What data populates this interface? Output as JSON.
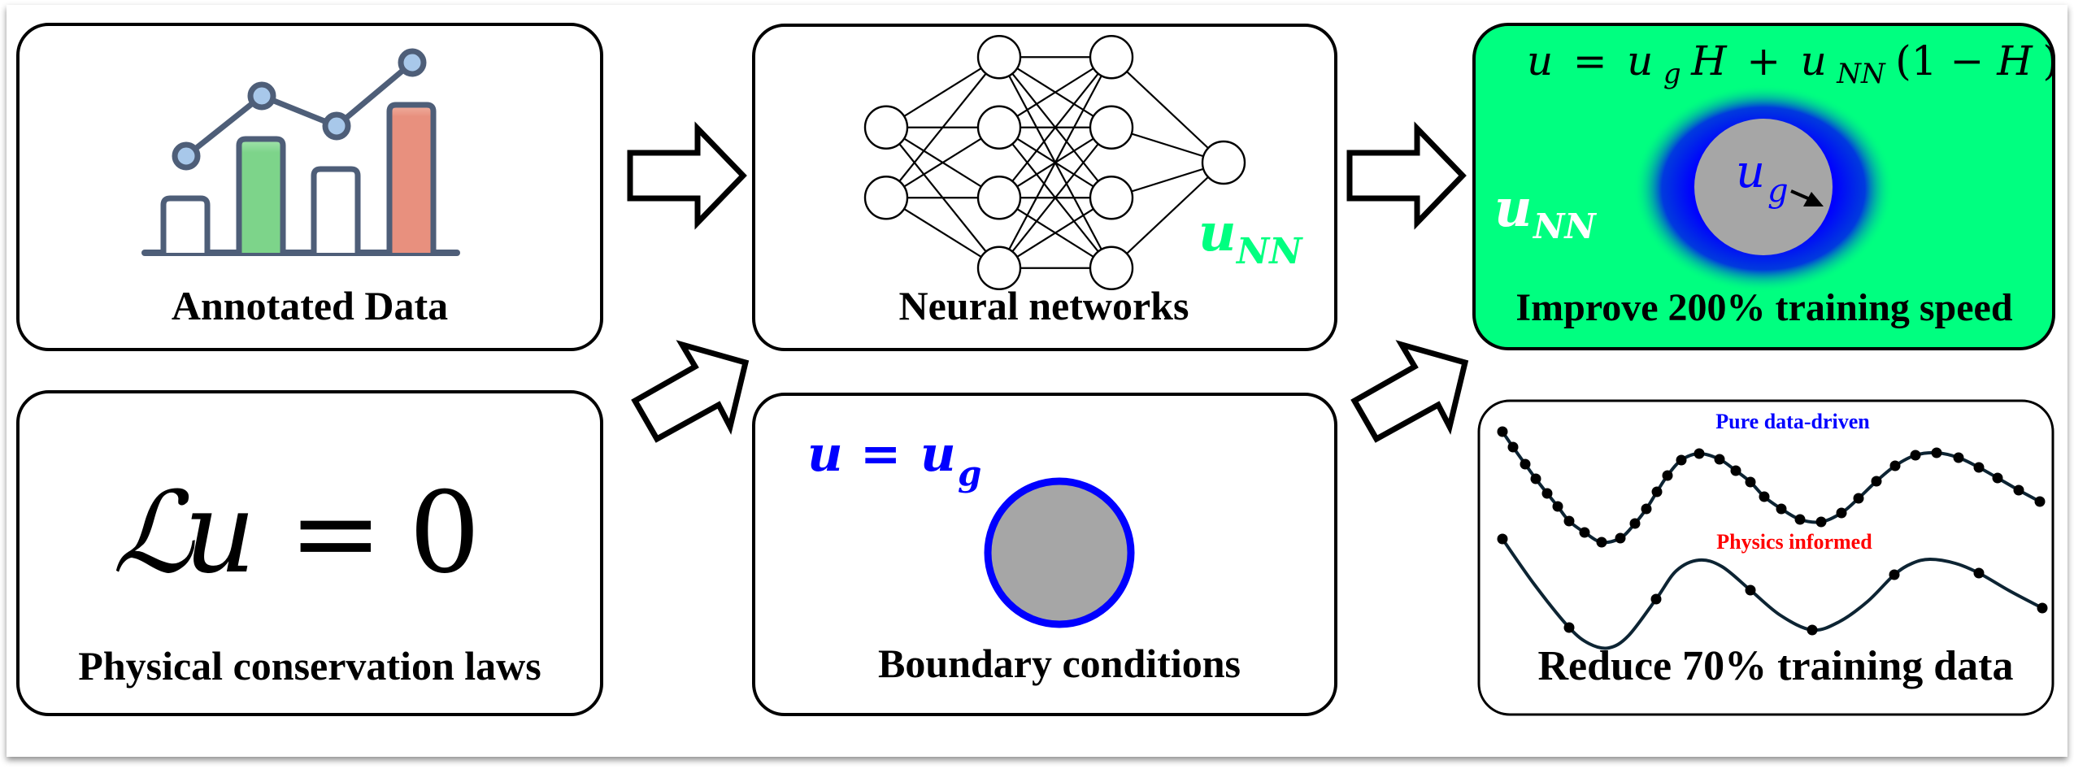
{
  "panels": {
    "annotated_data": {
      "label": "Annotated Data",
      "icon": "bar-line-chart-icon",
      "colors": {
        "outline": "#4e5e78",
        "point_fill": "#a8c8ea",
        "bar_green": "#7dd48a",
        "bar_red": "#e8907e"
      }
    },
    "conservation_laws": {
      "label": "Physical conservation laws",
      "equation": {
        "operator": "ℒ",
        "variable": "u",
        "equals": "=",
        "rhs": "0"
      }
    },
    "neural_networks": {
      "label": "Neural networks",
      "output_symbol": {
        "base": "u",
        "subscript": "NN",
        "color": "#00ff80"
      },
      "layers": [
        2,
        4,
        4,
        1
      ]
    },
    "boundary_conditions": {
      "label": "Boundary conditions",
      "equation": {
        "lhs": "u",
        "equals": "=",
        "rhs_base": "u",
        "rhs_subscript": "g",
        "color": "#0000ff"
      },
      "colors": {
        "domain_fill": "#a6a6a6",
        "boundary_stroke": "#0000ff"
      }
    },
    "training_speed": {
      "label": "Improve 200% training speed",
      "background": "#00ff80",
      "formula": {
        "u": "u",
        "eq": "=",
        "ug_base": "u",
        "ug_sub": "g",
        "H1": "H",
        "plus": "+",
        "unn_base": "u",
        "unn_sub": "NN",
        "tail": "(1 − ",
        "H2": "H",
        "close": ")"
      },
      "field_symbol": {
        "base": "u",
        "subscript": "NN",
        "color": "#ffffff"
      },
      "inner_symbol": {
        "base": "u",
        "subscript": "g",
        "color": "#0000ff"
      },
      "colors": {
        "glow": "#0000ff",
        "domain_fill": "#a6a6a6"
      }
    },
    "training_data": {
      "label": "Reduce 70% training data",
      "series": [
        {
          "name": "Pure data-driven",
          "color": "#0000ff",
          "sample_count": 34
        },
        {
          "name": "Physics informed",
          "color": "#ff0000",
          "sample_count": 8
        }
      ],
      "line_color": "#0d2433"
    }
  },
  "arrows": [
    {
      "from": "annotated_data",
      "to": "neural_networks",
      "direction": "right"
    },
    {
      "from": "conservation_laws",
      "to": "neural_networks",
      "direction": "up-right"
    },
    {
      "from": "neural_networks",
      "to": "training_speed",
      "direction": "right"
    },
    {
      "from": "boundary_conditions",
      "to": "training_speed",
      "direction": "up-right"
    }
  ]
}
